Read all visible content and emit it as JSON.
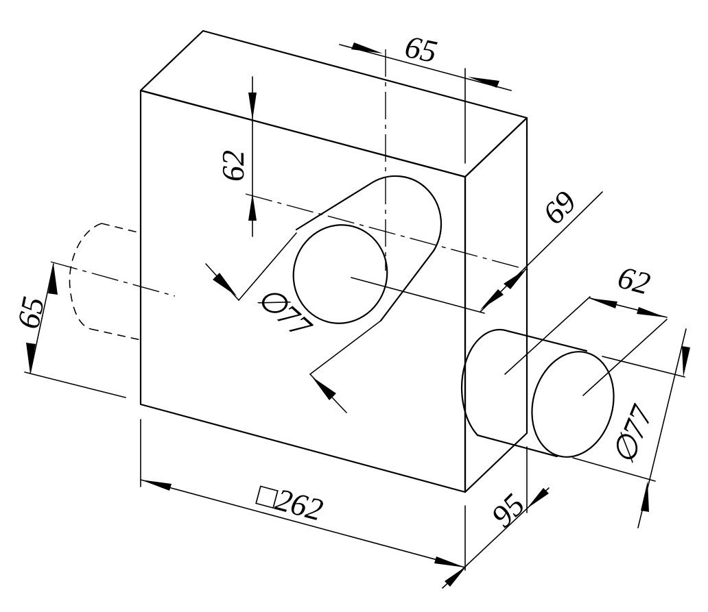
{
  "drawing": {
    "dimensions": [
      {
        "id": "hole-offset-x",
        "value": "65"
      },
      {
        "id": "hole-offset-y",
        "value": "62"
      },
      {
        "id": "hole-depth",
        "value": "69"
      },
      {
        "id": "hole-diameter",
        "value": "∅77"
      },
      {
        "id": "boss-length",
        "value": "62"
      },
      {
        "id": "boss-diameter",
        "value": "∅77"
      },
      {
        "id": "side-boss-offset",
        "value": "65"
      },
      {
        "id": "block-width",
        "value": "□262"
      },
      {
        "id": "block-thickness",
        "value": "95"
      }
    ]
  }
}
